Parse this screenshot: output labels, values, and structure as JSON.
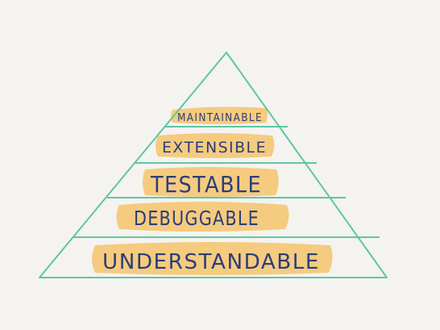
{
  "diagram": {
    "type": "pyramid",
    "tiers": [
      {
        "label": "MAINTAINABLE"
      },
      {
        "label": "EXTENSIBLE"
      },
      {
        "label": "TESTABLE"
      },
      {
        "label": "DEBUGGABLE"
      },
      {
        "label": "UNDERSTANDABLE"
      }
    ]
  },
  "colors": {
    "background": "#f4f3f0",
    "outline": "#5fc6a4",
    "highlight": "#f4c36b",
    "text": "#2b3d7a"
  }
}
